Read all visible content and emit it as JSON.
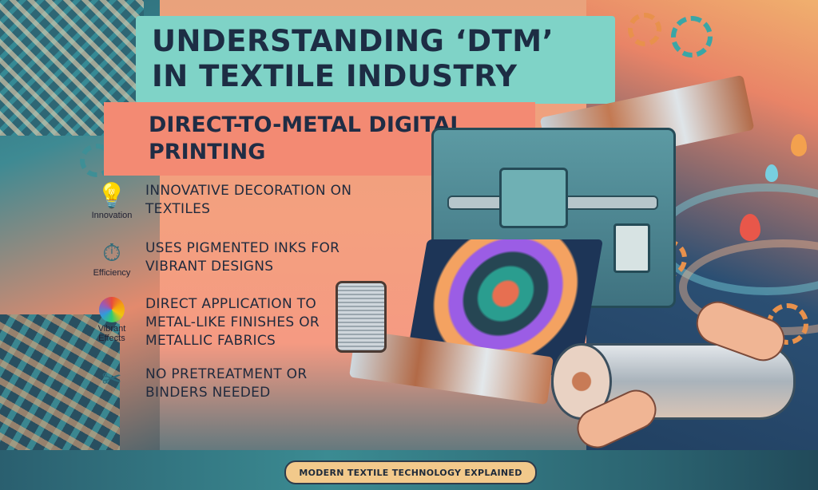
{
  "title": "UNDERSTANDING ‘DTM’ IN TEXTILE INDUSTRY",
  "subtitle": "DIRECT-TO-METAL DIGITAL PRINTING",
  "features": [
    {
      "icon": "lightbulb-icon",
      "icon_label": "Innovation",
      "text": "INNOVATIVE DECORATION ON TEXTILES"
    },
    {
      "icon": "stopwatch-icon",
      "icon_label": "Efficiency",
      "text": "USES PIGMENTED INKS FOR VIBRANT DESIGNS"
    },
    {
      "icon": "color-wheel-icon",
      "icon_label": "Vibrant Effects",
      "text": "DIRECT APPLICATION TO METAL-LIKE FINISHES OR METALLIC FABRICS"
    },
    {
      "icon": "tools-icon",
      "icon_label": "",
      "text": "NO PRETREATMENT OR BINDERS NEEDED"
    }
  ],
  "footer": "MODERN TEXTILE TECHNOLOGY EXPLAINED",
  "colors": {
    "title_band": "#7fd3c7",
    "subtitle_band": "#f38a73",
    "text_dark": "#1f2d45",
    "footer_pill": "#f2c98b"
  }
}
